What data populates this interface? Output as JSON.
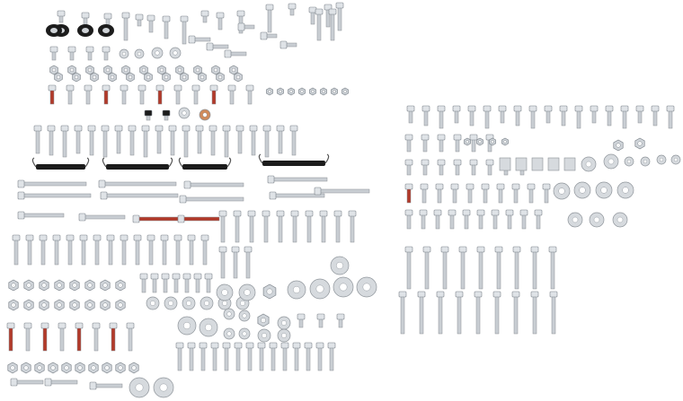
{
  "image": {
    "subject": "hardware-kit",
    "background_color": "#ffffff",
    "metal_color": "#c9ced3",
    "dark_color": "#1c1c1c",
    "red_color": "#b23a2a",
    "copper_color": "#d08a5a"
  },
  "groups": [
    {
      "name": "spring-row",
      "kind": "spring",
      "count": 4
    },
    {
      "name": "gasket-row",
      "kind": "gasket",
      "count": 4
    },
    {
      "name": "washer-cluster",
      "kind": "washer",
      "count": 38
    },
    {
      "name": "nut-cluster",
      "kind": "nut",
      "count": 36
    },
    {
      "name": "bolt-field",
      "kind": "bolt",
      "count": 210
    }
  ]
}
